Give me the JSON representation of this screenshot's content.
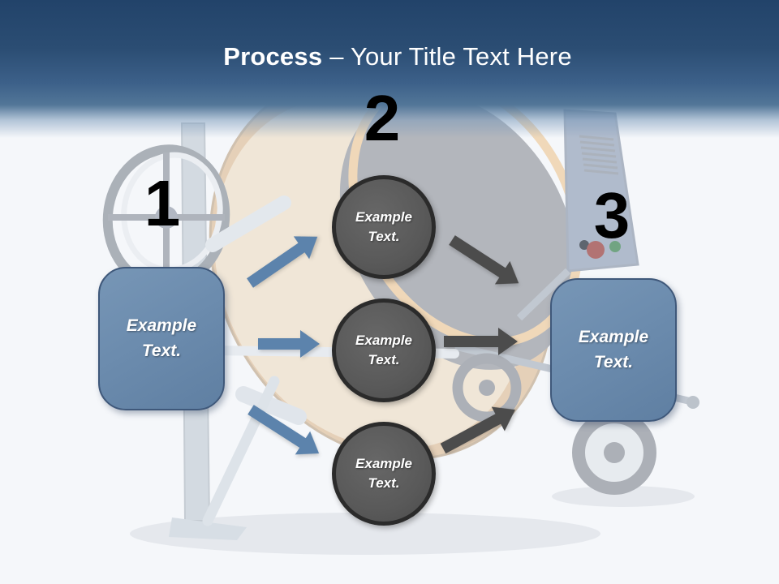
{
  "slide": {
    "background_image": "concrete-mixer-photo",
    "title": {
      "emphasis": "Process",
      "rest": "– Your Title Text Here"
    },
    "steps": {
      "one": {
        "number": "1",
        "label": "Example Text."
      },
      "two": {
        "number": "2"
      },
      "three": {
        "number": "3",
        "label": "Example Text."
      }
    },
    "circles": [
      {
        "label": "Example Text."
      },
      {
        "label": "Example Text."
      },
      {
        "label": "Example Text."
      }
    ]
  },
  "colors": {
    "header_top": "#22436A",
    "header_mid": "#3C6089",
    "box_fill": "#6C8CAE",
    "box_border": "#3F587A",
    "circle_fill": "#595959",
    "circle_border": "#2B2B2B",
    "arrow_blue": "#5C83AC",
    "arrow_gray": "#4C4C4C",
    "number_color": "#000000",
    "title_color": "#FFFFFF",
    "page_bg": "#F5F7FA"
  }
}
